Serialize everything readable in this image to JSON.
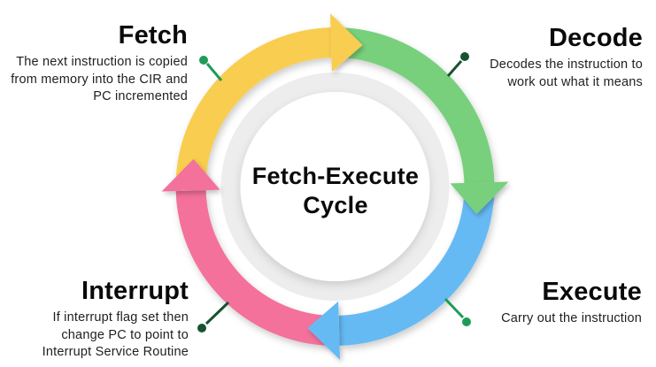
{
  "diagram": {
    "center_title_line1": "Fetch-Execute",
    "center_title_line2": "Cycle",
    "inner_ring_color": "#EDEDED",
    "center_circle_color": "#FFFFFF",
    "background_color": "#FFFFFF"
  },
  "steps": [
    {
      "label": "Fetch",
      "desc_lines": [
        "The next instruction is copied",
        "from memory into the CIR and",
        "PC incremented"
      ],
      "arrow_color": "#F9CD4F",
      "connector_color": "#1E9C57"
    },
    {
      "label": "Decode",
      "desc_lines": [
        "Decodes the instruction to",
        "work out what it means"
      ],
      "arrow_color": "#78D07C",
      "connector_color": "#17532F"
    },
    {
      "label": "Execute",
      "desc_lines": [
        "Carry out the instruction"
      ],
      "arrow_color": "#66BAF4",
      "connector_color": "#1E9C57"
    },
    {
      "label": "Interrupt",
      "desc_lines": [
        "If interrupt flag set then",
        "change PC to point to",
        "Interrupt Service Routine"
      ],
      "arrow_color": "#F3719B",
      "connector_color": "#17532F"
    }
  ]
}
